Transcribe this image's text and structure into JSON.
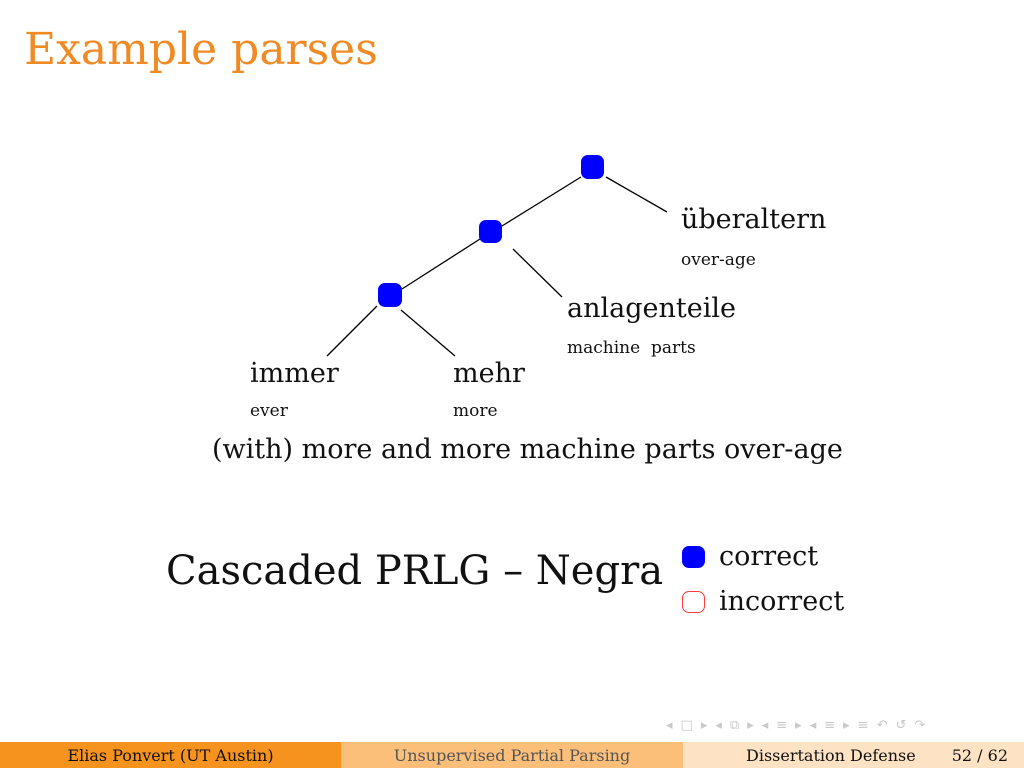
{
  "slide": {
    "title": "Example parses"
  },
  "tree": {
    "words": [
      {
        "word": "immer",
        "gloss": "ever"
      },
      {
        "word": "mehr",
        "gloss": "more"
      },
      {
        "word": "anlagenteile",
        "gloss": "machine  parts"
      },
      {
        "word": "überaltern",
        "gloss": "over-age"
      }
    ],
    "nodes": [
      {
        "status": "correct"
      },
      {
        "status": "correct"
      },
      {
        "status": "correct"
      }
    ],
    "translation": "(with) more and more machine parts over-age"
  },
  "caption": "Cascaded PRLG – Negra",
  "legend": {
    "correct_label": "correct",
    "incorrect_label": "incorrect",
    "correct_color": "#0000ff",
    "incorrect_color": "#ff3b3b"
  },
  "nav": [
    "◂",
    "□",
    "▸",
    "◂",
    "⧉",
    "▸",
    "◂",
    "≡",
    "▸",
    "◂",
    "≡",
    "▸",
    "≡",
    "↶",
    "↺",
    "↷"
  ],
  "footer": {
    "author": "Elias Ponvert  (UT Austin)",
    "talk": "Unsupervised Partial Parsing",
    "event": "Dissertation Defense",
    "page": "52 / 62"
  },
  "colors": {
    "title": "#f08a24",
    "footer_left": "#f6931e",
    "footer_mid": "#fbbf7a",
    "footer_right": "#fde3c4",
    "node": "#0000ff"
  }
}
